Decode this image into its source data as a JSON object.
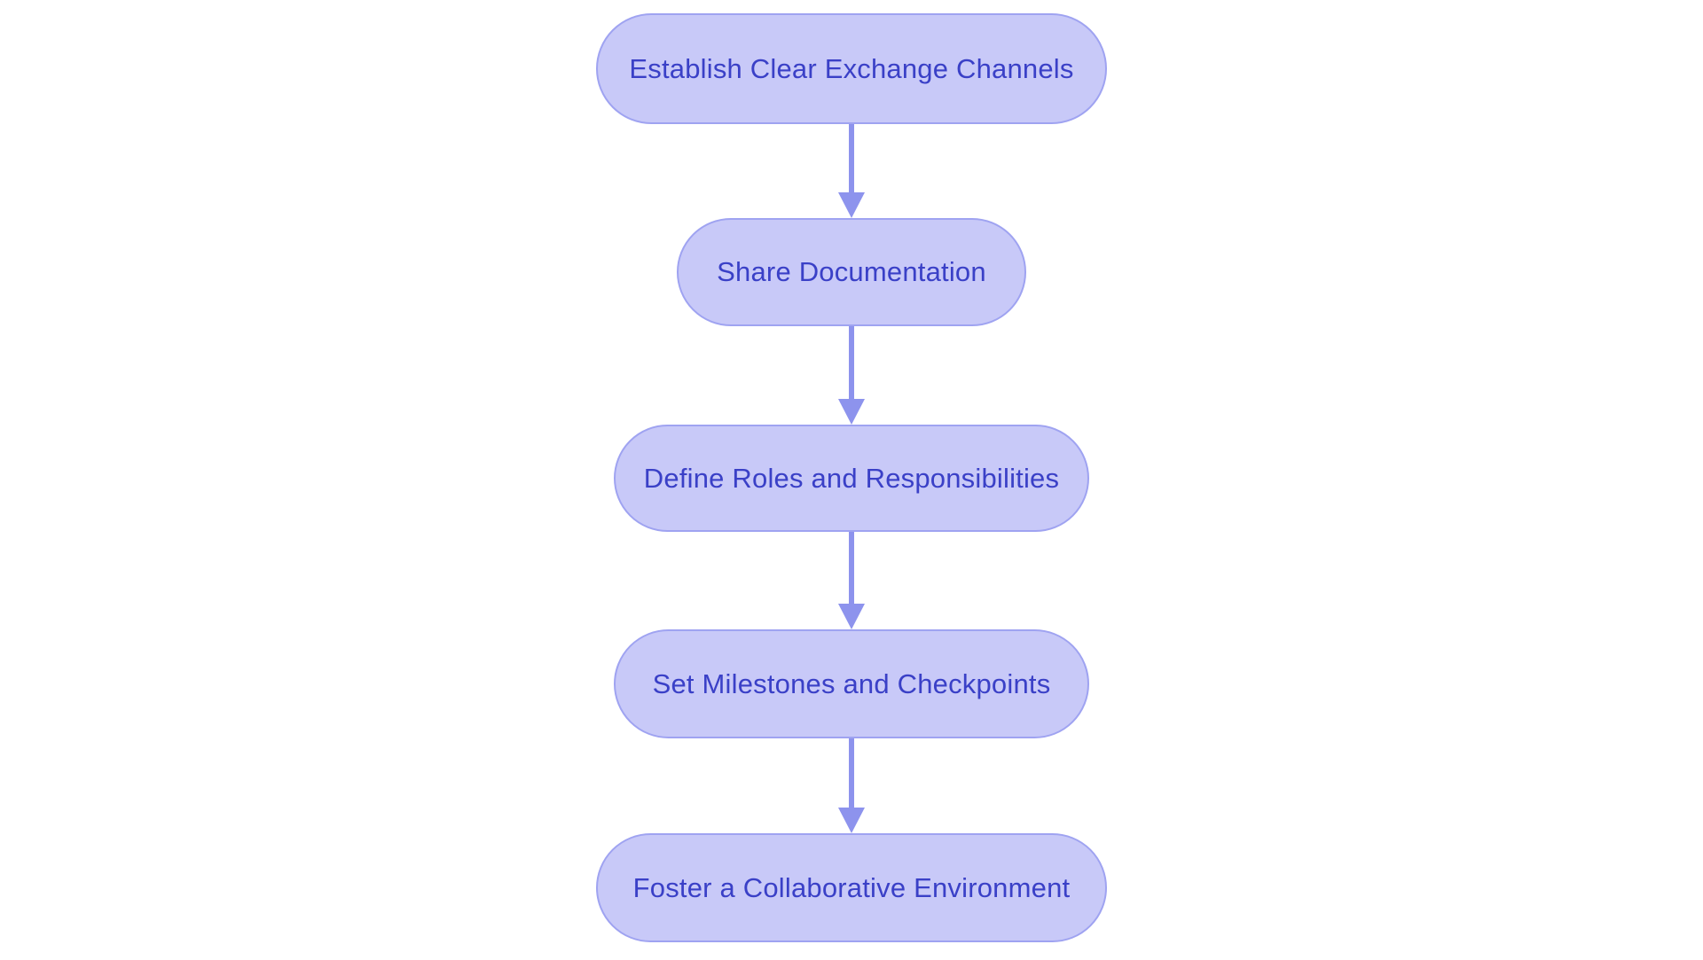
{
  "diagram": {
    "title": "Vertical process flowchart",
    "colors": {
      "background": "#ffffff",
      "node_fill": "#c8c9f8",
      "node_border": "#9fa3f1",
      "node_text": "#3a40c7",
      "arrow": "#8d93ed"
    },
    "nodes": [
      {
        "label": "Establish Clear Exchange Channels"
      },
      {
        "label": "Share Documentation"
      },
      {
        "label": "Define Roles and Responsibilities"
      },
      {
        "label": "Set Milestones and Checkpoints"
      },
      {
        "label": "Foster a Collaborative Environment"
      }
    ],
    "connections": [
      {
        "from": 0,
        "to": 1
      },
      {
        "from": 1,
        "to": 2
      },
      {
        "from": 2,
        "to": 3
      },
      {
        "from": 3,
        "to": 4
      }
    ]
  }
}
